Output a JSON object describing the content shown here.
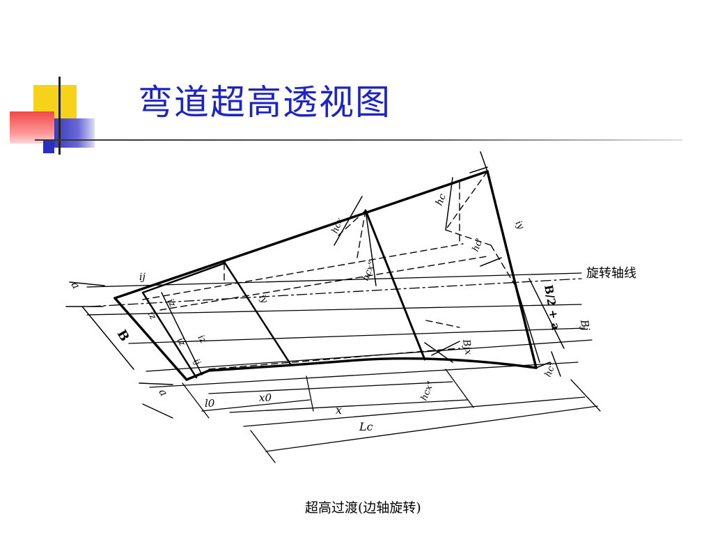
{
  "slide": {
    "title": "弯道超高透视图",
    "caption": "超高过渡(边轴旋转)"
  },
  "diagram": {
    "labels": {
      "rotation_axis": "旋转轴线",
      "i_j": "ij",
      "h_c": "hc",
      "h_c_prime": "hc'",
      "h_cx": "hcx",
      "h_cx_dprime": "hcx\"",
      "h_cx_dprime_bottom": "hcx\"",
      "h_c_dprime": "hc\"",
      "B": "B",
      "B_half_plus_a": "B/2 + a",
      "B_j": "Bj",
      "B_jx": "Bjx",
      "a_top": "a",
      "a_bottom": "a",
      "l_0": "l0",
      "x_0": "x0",
      "x": "x",
      "L_c": "Lc",
      "i_z_1": "iz",
      "i_z_2": "iz",
      "i_z_3": "iz",
      "i_z_4": "iz",
      "i_y_1": "iy",
      "i_y_2": "iy",
      "i_y_3": "iy",
      "i_j_small": "ij"
    }
  }
}
